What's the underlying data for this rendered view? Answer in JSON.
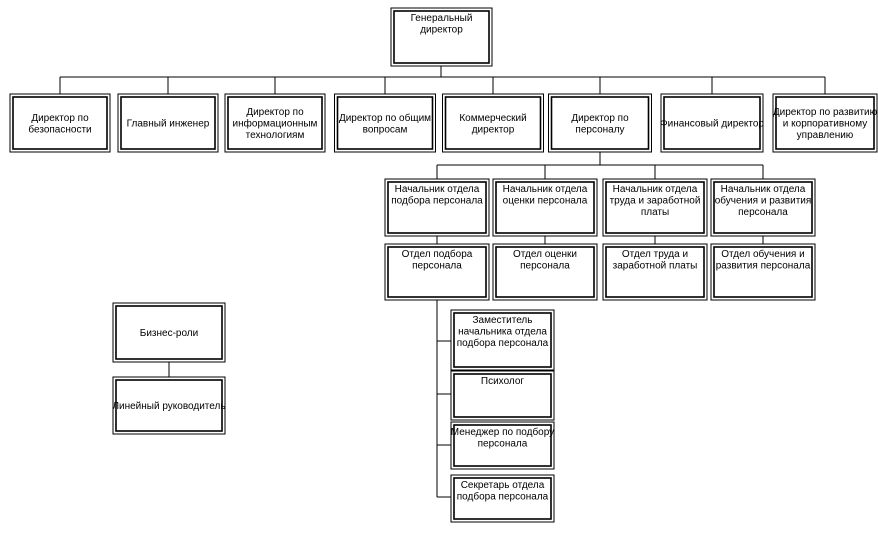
{
  "top": {
    "name": "Генеральный директор",
    "lines": [
      "Генеральный",
      "директор"
    ]
  },
  "directors": [
    {
      "lines": [
        "Директор по",
        "безопасности"
      ]
    },
    {
      "lines": [
        "Главный инженер"
      ]
    },
    {
      "lines": [
        "Директор по",
        "информационным",
        "технологиям"
      ]
    },
    {
      "lines": [
        "Директор по общим",
        "вопросам"
      ]
    },
    {
      "lines": [
        "Коммерческий",
        "директор"
      ]
    },
    {
      "lines": [
        "Директор по",
        "персоналу"
      ]
    },
    {
      "lines": [
        "Финансовый директор"
      ]
    },
    {
      "lines": [
        "Директор по развитию",
        "и корпоративному",
        "управлению"
      ]
    }
  ],
  "heads": [
    {
      "lines": [
        "Начальник отдела",
        "подбора персонала"
      ]
    },
    {
      "lines": [
        "Начальник отдела",
        "оценки персонала"
      ]
    },
    {
      "lines": [
        "Начальник отдела",
        "труда и заработной",
        "платы"
      ]
    },
    {
      "lines": [
        "Начальник отдела",
        "обучения и развития",
        "персонала"
      ]
    }
  ],
  "departments": [
    {
      "lines": [
        "Отдел подбора",
        "персонала"
      ]
    },
    {
      "lines": [
        "Отдел оценки",
        "персонала"
      ]
    },
    {
      "lines": [
        "Отдел труда и",
        "заработной платы"
      ]
    },
    {
      "lines": [
        "Отдел обучения и",
        "развития персонала"
      ]
    }
  ],
  "staff": [
    {
      "lines": [
        "Заместитель",
        "начальника отдела",
        "подбора персонала"
      ]
    },
    {
      "lines": [
        "Психолог"
      ]
    },
    {
      "lines": [
        "Менеджер по подбору",
        "персонала"
      ]
    },
    {
      "lines": [
        "Секретарь отдела",
        "подбора персонала"
      ]
    }
  ],
  "legend": [
    {
      "lines": [
        "Бизнес-роли"
      ]
    },
    {
      "lines": [
        "Линейный руководитель"
      ]
    }
  ]
}
